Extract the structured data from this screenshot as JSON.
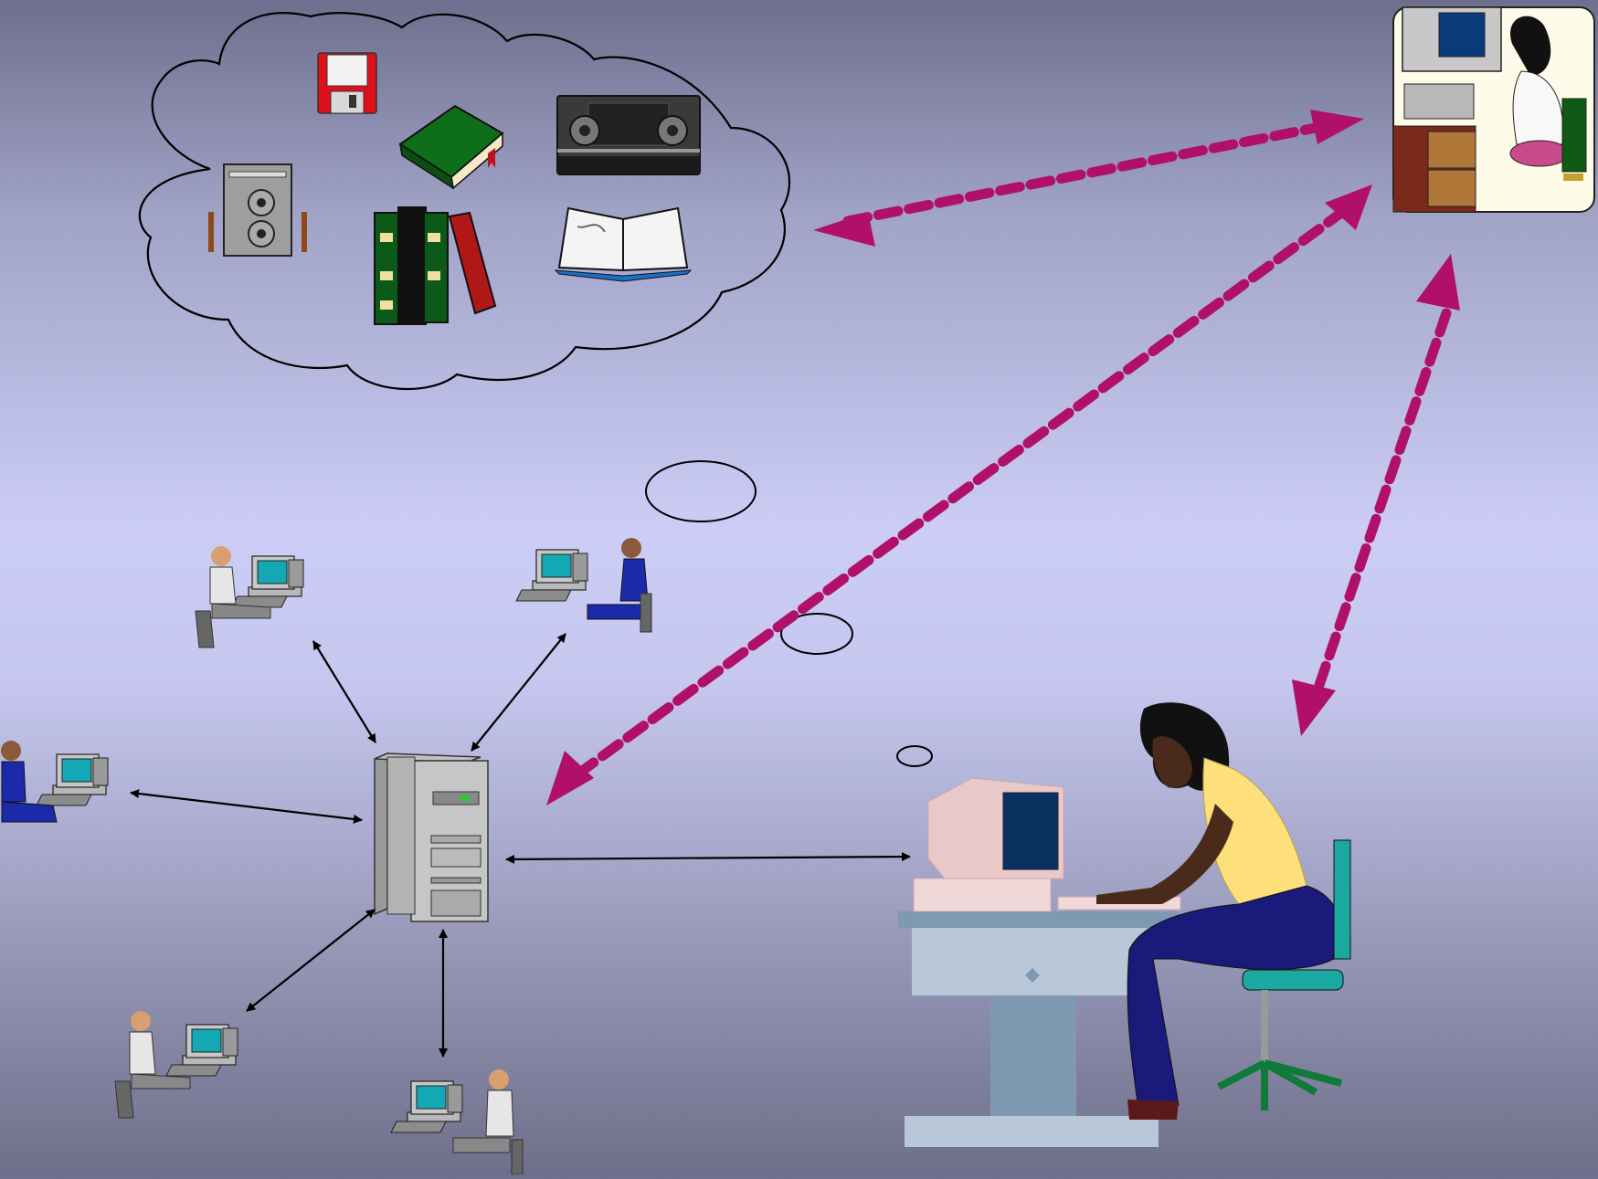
{
  "colors": {
    "background_top": "#6e6f8e",
    "background_middle": "#cccdf6",
    "background_bottom": "#6e6f8a",
    "dashed_link": "#b0106a",
    "local_link": "#000000",
    "cloud_outline": "#000000",
    "terminal_screen": "#14a8b4"
  },
  "icons": {
    "resource_cloud": "cloud-icon",
    "floppy_disk": "floppy-disk-icon",
    "closed_book": "green-book-icon",
    "video_cassette": "vhs-cassette-icon",
    "audio_device": "audio-speaker-icon",
    "binders": "binders-icon",
    "open_book": "open-book-icon",
    "help_desk": "headset-operator-icon",
    "server": "server-tower-icon",
    "workstation_user": "workstation-user-icon",
    "main_user": "seated-user-at-desk-icon"
  },
  "network": {
    "hub": "server",
    "local_terminals": 6,
    "wide_links_style": "dashed bidirectional",
    "local_links_style": "thin bidirectional"
  }
}
